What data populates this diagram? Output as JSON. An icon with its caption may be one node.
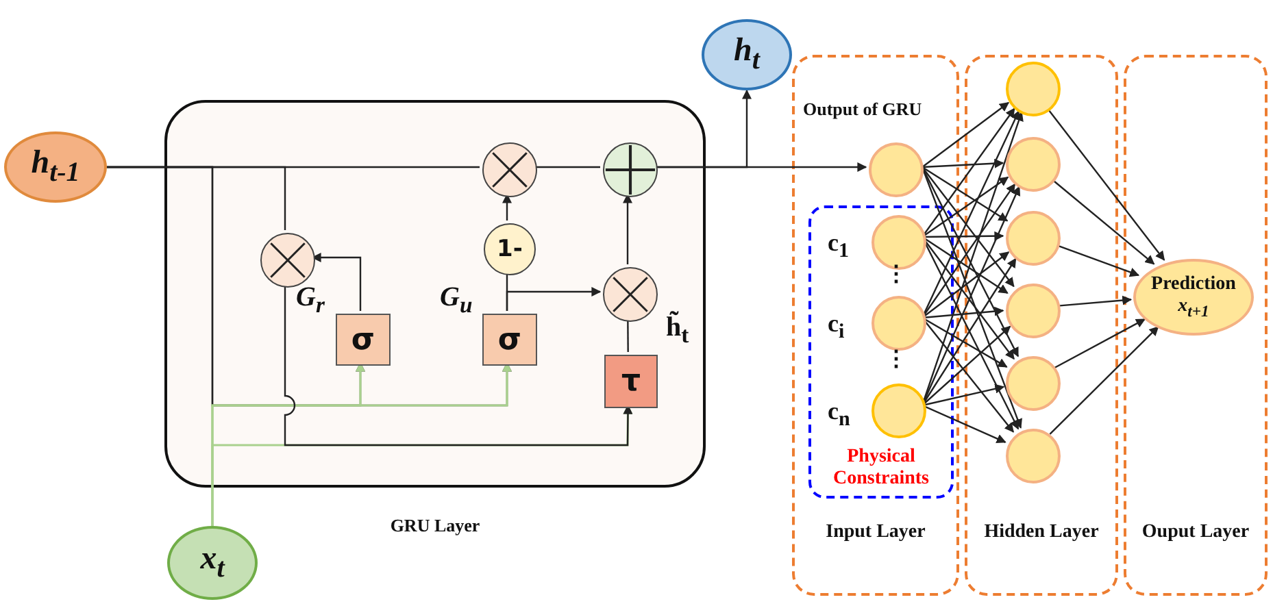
{
  "diagram": {
    "nodes": [
      {
        "text": [
          "GRU Layer"
        ]
      },
      {
        "text": [
          "h$_{t-1}$"
        ]
      },
      {
        "text": [
          "x$_{t}$"
        ]
      },
      {
        "text": [
          "h$_{t}$"
        ]
      },
      {
        "text": [],
        "shape": "circle",
        "in": 0
      },
      {
        "text": [
          "σ"
        ],
        "beside": [
          "G$_{r}$"
        ],
        "in": 0
      },
      {
        "text": [],
        "shape": "circle",
        "in": 0
      },
      {
        "text": [],
        "shape": "circle",
        "in": 0
      },
      {
        "text": [
          "1-"
        ],
        "in": 0
      },
      {
        "text": [
          "σ"
        ],
        "beside": [
          "G$_{u}$"
        ],
        "in": 0
      },
      {
        "text": [],
        "shape": "circle",
        "in": 0
      },
      {
        "text": [
          "τ"
        ],
        "beside": [
          "h̃$_{t}$"
        ],
        "in": 0
      },
      {
        "text": [
          "Input Layer"
        ]
      },
      {
        "text": [
          "Hidden Layer"
        ]
      },
      {
        "text": [
          "Ouput Layer"
        ]
      },
      {
        "text": [
          "Physical Constraints"
        ],
        "in": 12
      },
      {
        "text": [],
        "shape": "circle",
        "beside": [
          "Output of GRU"
        ],
        "in": 12
      },
      {
        "text": [],
        "shape": "circle",
        "beside": [
          "c$_{1}$"
        ],
        "in": 15
      },
      {
        "text": [],
        "shape": "circle",
        "beside": [
          "c$_{i}$"
        ],
        "in": 15
      },
      {
        "text": [],
        "shape": "circle",
        "beside": [
          "c$_{n}$"
        ],
        "in": 15
      },
      {
        "text": [],
        "shape": "circle",
        "in": 13
      },
      {
        "text": [],
        "shape": "circle",
        "in": 13
      },
      {
        "text": [],
        "shape": "circle",
        "in": 13
      },
      {
        "text": [],
        "shape": "circle",
        "in": 13
      },
      {
        "text": [],
        "shape": "circle",
        "in": 13
      },
      {
        "text": [],
        "shape": "circle",
        "in": 13
      },
      {
        "text": [
          "Prediction",
          "x$_{t+1}$"
        ],
        "in": 14
      }
    ],
    "edges": [
      {
        "from": 1,
        "to": 6,
        "arrow": "none"
      },
      {
        "from": 6,
        "to": 7,
        "arrow": "none"
      },
      {
        "from": 7,
        "to": 16,
        "arrow": "to"
      },
      {
        "from": 7,
        "to": 3,
        "arrow": "to"
      },
      {
        "from": 1,
        "to": 4,
        "arrow": "none"
      },
      {
        "from": 1,
        "to": 5,
        "arrow": "to"
      },
      {
        "from": 1,
        "to": 9,
        "arrow": "to"
      },
      {
        "from": 2,
        "to": 5,
        "arrow": "to",
        "color": "#a9d18e"
      },
      {
        "from": 2,
        "to": 9,
        "arrow": "to",
        "color": "#a9d18e"
      },
      {
        "from": 2,
        "to": 11,
        "arrow": "to",
        "color": "#a9d18e"
      },
      {
        "from": 4,
        "to": 11,
        "arrow": "to"
      },
      {
        "from": 5,
        "to": 4,
        "arrow": "to"
      },
      {
        "from": 9,
        "to": 8,
        "arrow": "none"
      },
      {
        "from": 8,
        "to": 6,
        "arrow": "to"
      },
      {
        "from": 9,
        "to": 10,
        "arrow": "to"
      },
      {
        "from": 11,
        "to": 10,
        "arrow": "none"
      },
      {
        "from": 10,
        "to": 7,
        "arrow": "to"
      },
      {
        "from": 16,
        "to": 20,
        "arrow": "to"
      },
      {
        "from": 16,
        "to": 21,
        "arrow": "to"
      },
      {
        "from": 16,
        "to": 22,
        "arrow": "to"
      },
      {
        "from": 16,
        "to": 23,
        "arrow": "to"
      },
      {
        "from": 16,
        "to": 24,
        "arrow": "to"
      },
      {
        "from": 16,
        "to": 25,
        "arrow": "to"
      },
      {
        "from": 17,
        "to": 20,
        "arrow": "to"
      },
      {
        "from": 17,
        "to": 21,
        "arrow": "to"
      },
      {
        "from": 17,
        "to": 22,
        "arrow": "to"
      },
      {
        "from": 17,
        "to": 23,
        "arrow": "to"
      },
      {
        "from": 17,
        "to": 24,
        "arrow": "to"
      },
      {
        "from": 17,
        "to": 25,
        "arrow": "to"
      },
      {
        "from": 18,
        "to": 20,
        "arrow": "to"
      },
      {
        "from": 18,
        "to": 21,
        "arrow": "to"
      },
      {
        "from": 18,
        "to": 22,
        "arrow": "to"
      },
      {
        "from": 18,
        "to": 23,
        "arrow": "to"
      },
      {
        "from": 18,
        "to": 24,
        "arrow": "to"
      },
      {
        "from": 18,
        "to": 25,
        "arrow": "to"
      },
      {
        "from": 19,
        "to": 20,
        "arrow": "to"
      },
      {
        "from": 19,
        "to": 21,
        "arrow": "to"
      },
      {
        "from": 19,
        "to": 22,
        "arrow": "to"
      },
      {
        "from": 19,
        "to": 23,
        "arrow": "to"
      },
      {
        "from": 19,
        "to": 24,
        "arrow": "to"
      },
      {
        "from": 19,
        "to": 25,
        "arrow": "to"
      },
      {
        "from": 20,
        "to": 26,
        "arrow": "to"
      },
      {
        "from": 21,
        "to": 26,
        "arrow": "to"
      },
      {
        "from": 22,
        "to": 26,
        "arrow": "to"
      },
      {
        "from": 23,
        "to": 26,
        "arrow": "to"
      },
      {
        "from": 24,
        "to": 26,
        "arrow": "to"
      },
      {
        "from": 25,
        "to": 26,
        "arrow": "to"
      }
    ],
    "labels": [
      "⋮",
      "⋮"
    ]
  }
}
